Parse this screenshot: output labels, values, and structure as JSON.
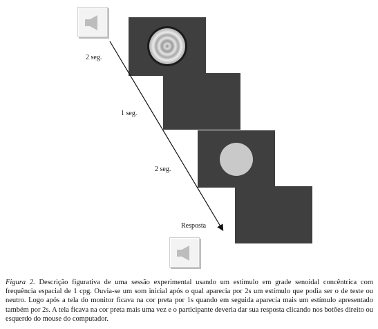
{
  "figure": {
    "steps": [
      {
        "duration_label": "2 seg.",
        "stimulus": "concentric-sinusoidal-grating"
      },
      {
        "duration_label": "1 seg.",
        "stimulus": "blank-black-screen"
      },
      {
        "duration_label": "2 seg.",
        "stimulus": "uniform-gray-disc"
      },
      {
        "duration_label": "Resposta",
        "stimulus": "blank-black-screen"
      }
    ],
    "icons": {
      "start": "speaker-icon",
      "end": "speaker-icon"
    },
    "colors": {
      "screen": "#3f3f3f",
      "disc": "#c9c9c9",
      "speaker_glyph": "#bdbdbd"
    }
  },
  "caption": {
    "label": "Figura 2.",
    "text": " Descrição figurativa de uma sessão experimental usando um estímulo em grade senoidal concêntrica com frequência espacial de 1 cpg. Ouvia-se um som inicial após o qual aparecia por 2s um estímulo que podia ser o de teste ou neutro. Logo após a tela do monitor ficava na cor preta por 1s quando em seguida aparecia mais um estímulo apresentado também por 2s. A tela ficava na cor preta mais uma vez e o participante deveria dar sua resposta clicando nos botões direito ou esquerdo do mouse do computador."
  }
}
